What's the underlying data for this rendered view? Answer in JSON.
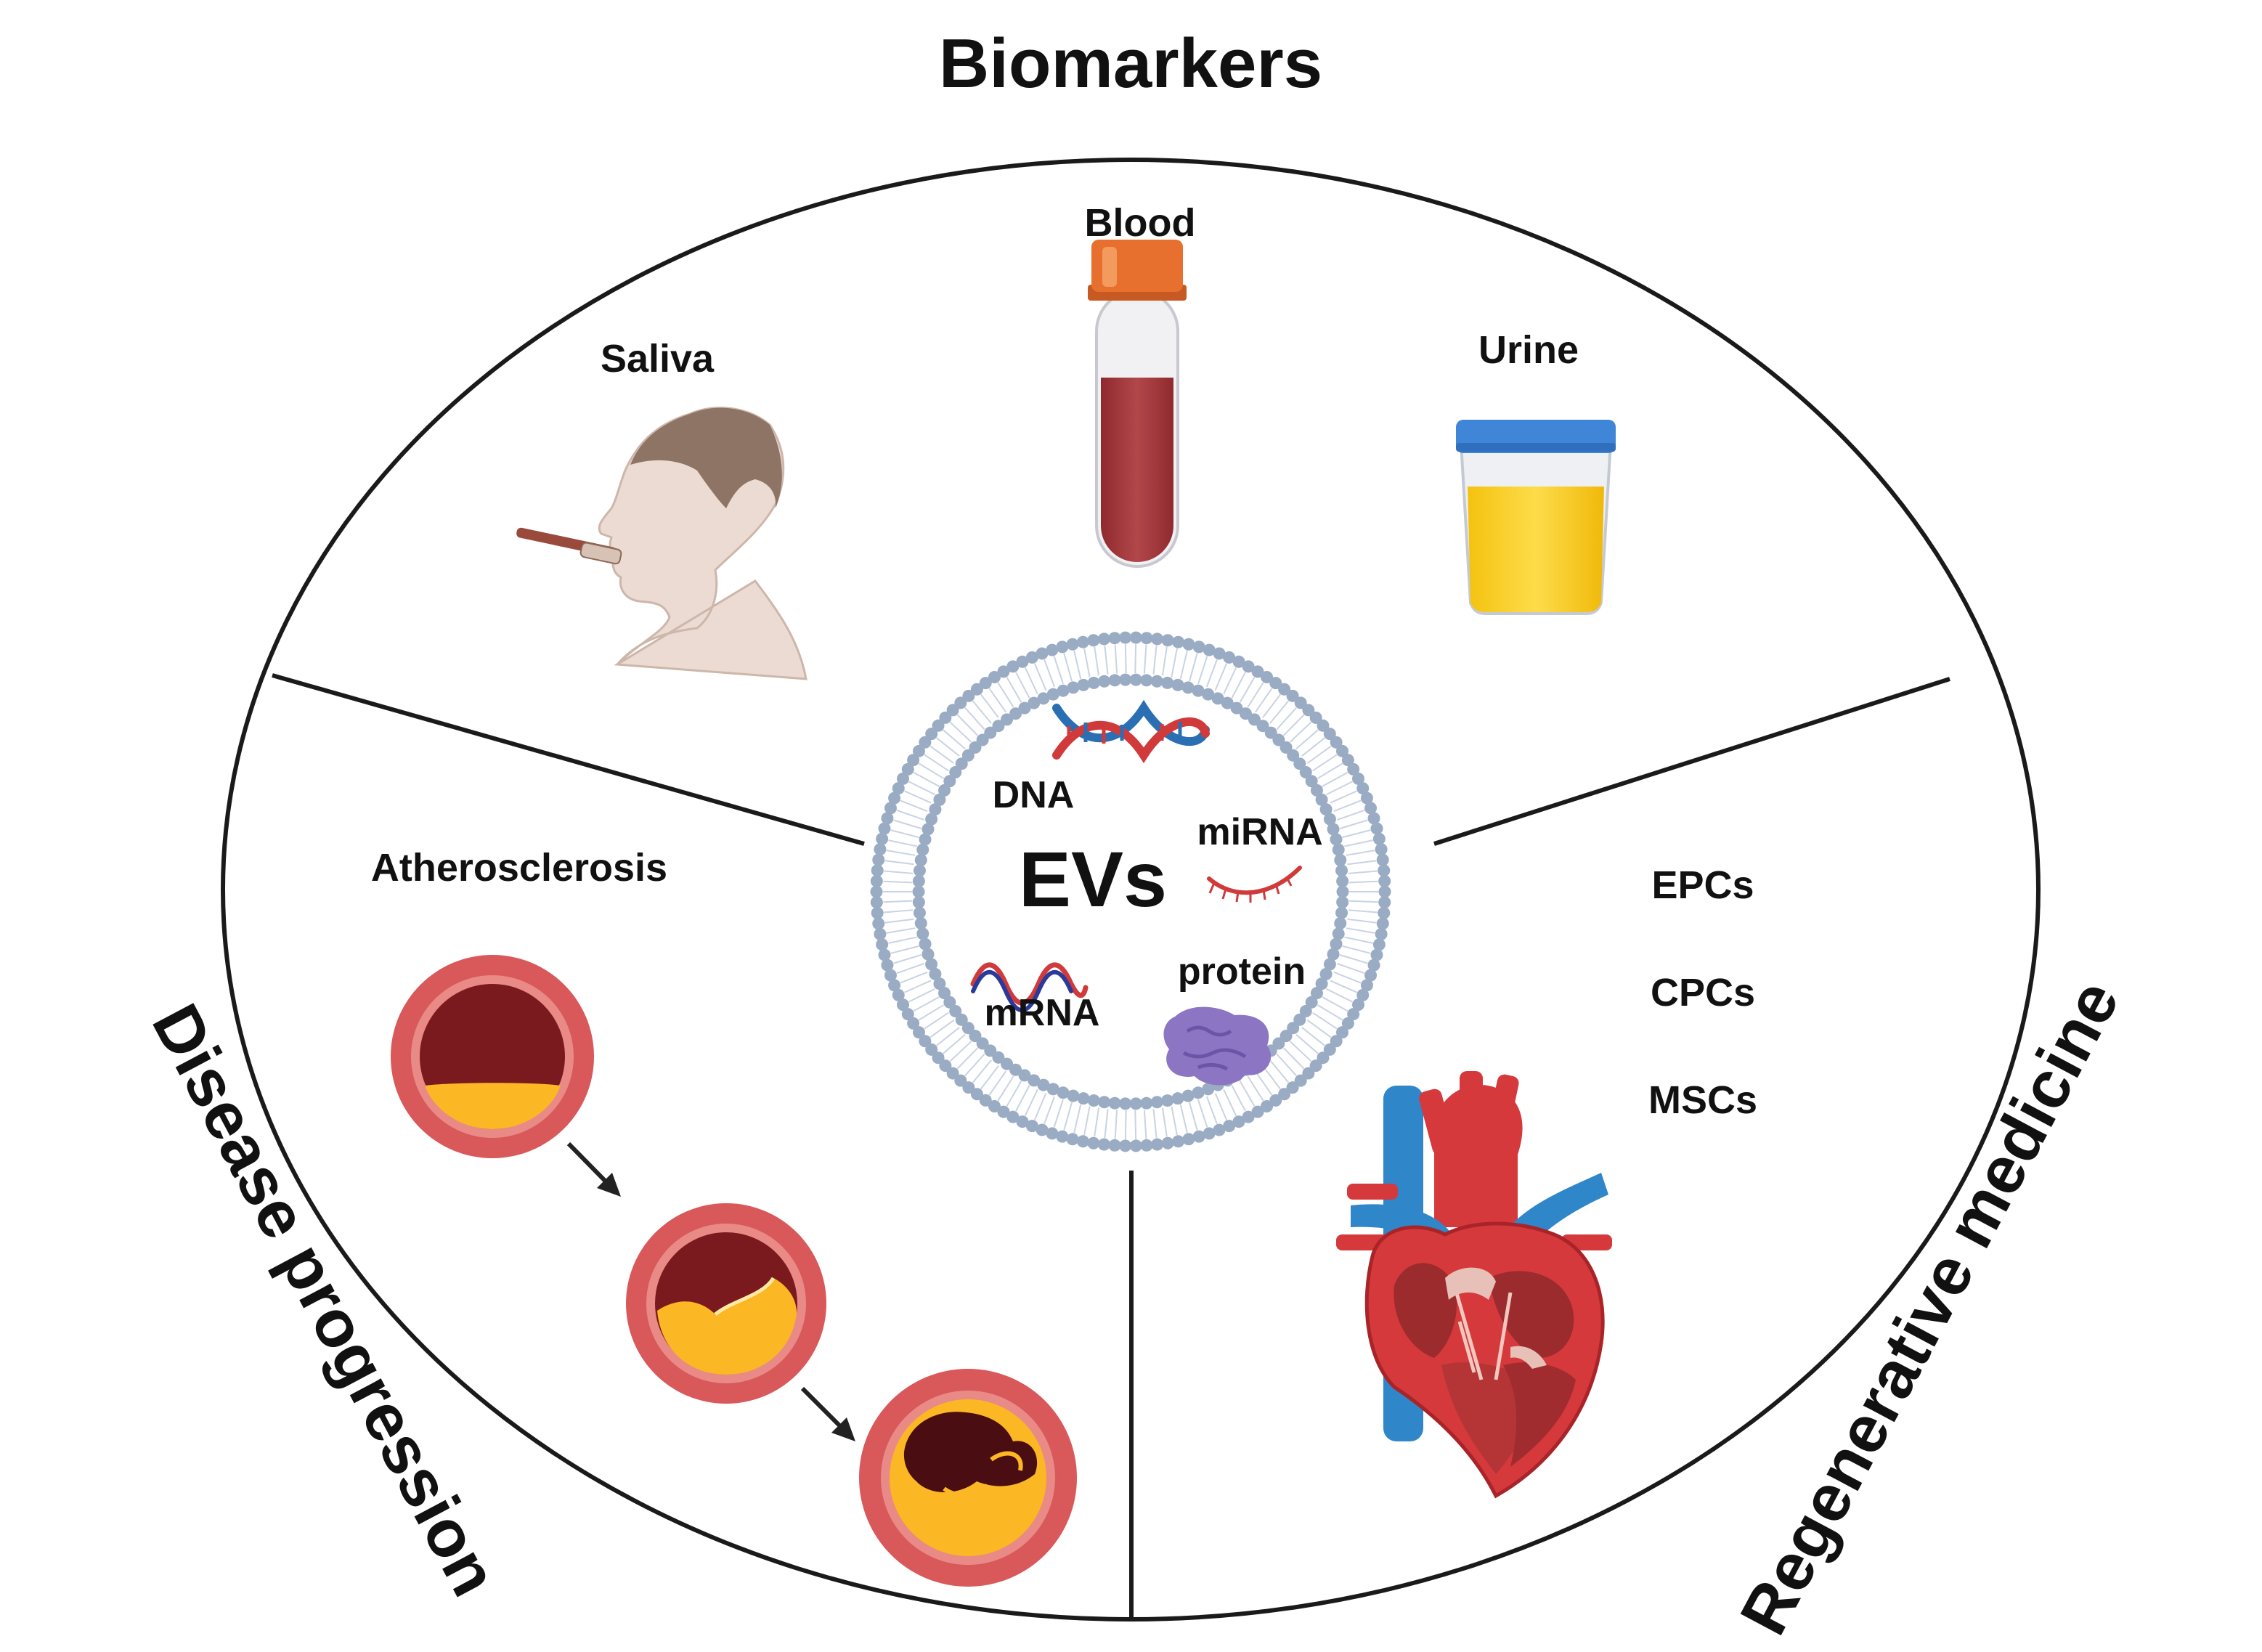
{
  "sections": {
    "top": {
      "title": "Biomarkers",
      "samples": {
        "saliva": "Saliva",
        "blood": "Blood",
        "urine": "Urine"
      }
    },
    "left": {
      "title": "Disease progression",
      "subtitle": "Atherosclerosis"
    },
    "right": {
      "title": "Regenerative medicine",
      "cells": [
        "EPCs",
        "CPCs",
        "MSCs"
      ]
    }
  },
  "center": {
    "label": "EVs",
    "cargo": {
      "dna": "DNA",
      "mirna": "miRNA",
      "mrna": "mRNA",
      "protein": "protein"
    }
  },
  "colors": {
    "outline": "#1a1a1a",
    "membrane": "#9aabc4",
    "blood": "#a8383c",
    "tube_cap": "#e8702e",
    "urine": "#f5c81a",
    "urine_lid": "#3f86d8",
    "artery_wall": "#d9585a",
    "artery_lumen": "#7a1a1e",
    "plaque": "#fbb724",
    "heart_red": "#d5393c",
    "heart_blue": "#2f86c9",
    "skin": "#ecdbd2",
    "hair": "#8e7465",
    "dna_blue": "#2a6fb4",
    "dna_red": "#d03a3a",
    "protein": "#8c76c4"
  }
}
